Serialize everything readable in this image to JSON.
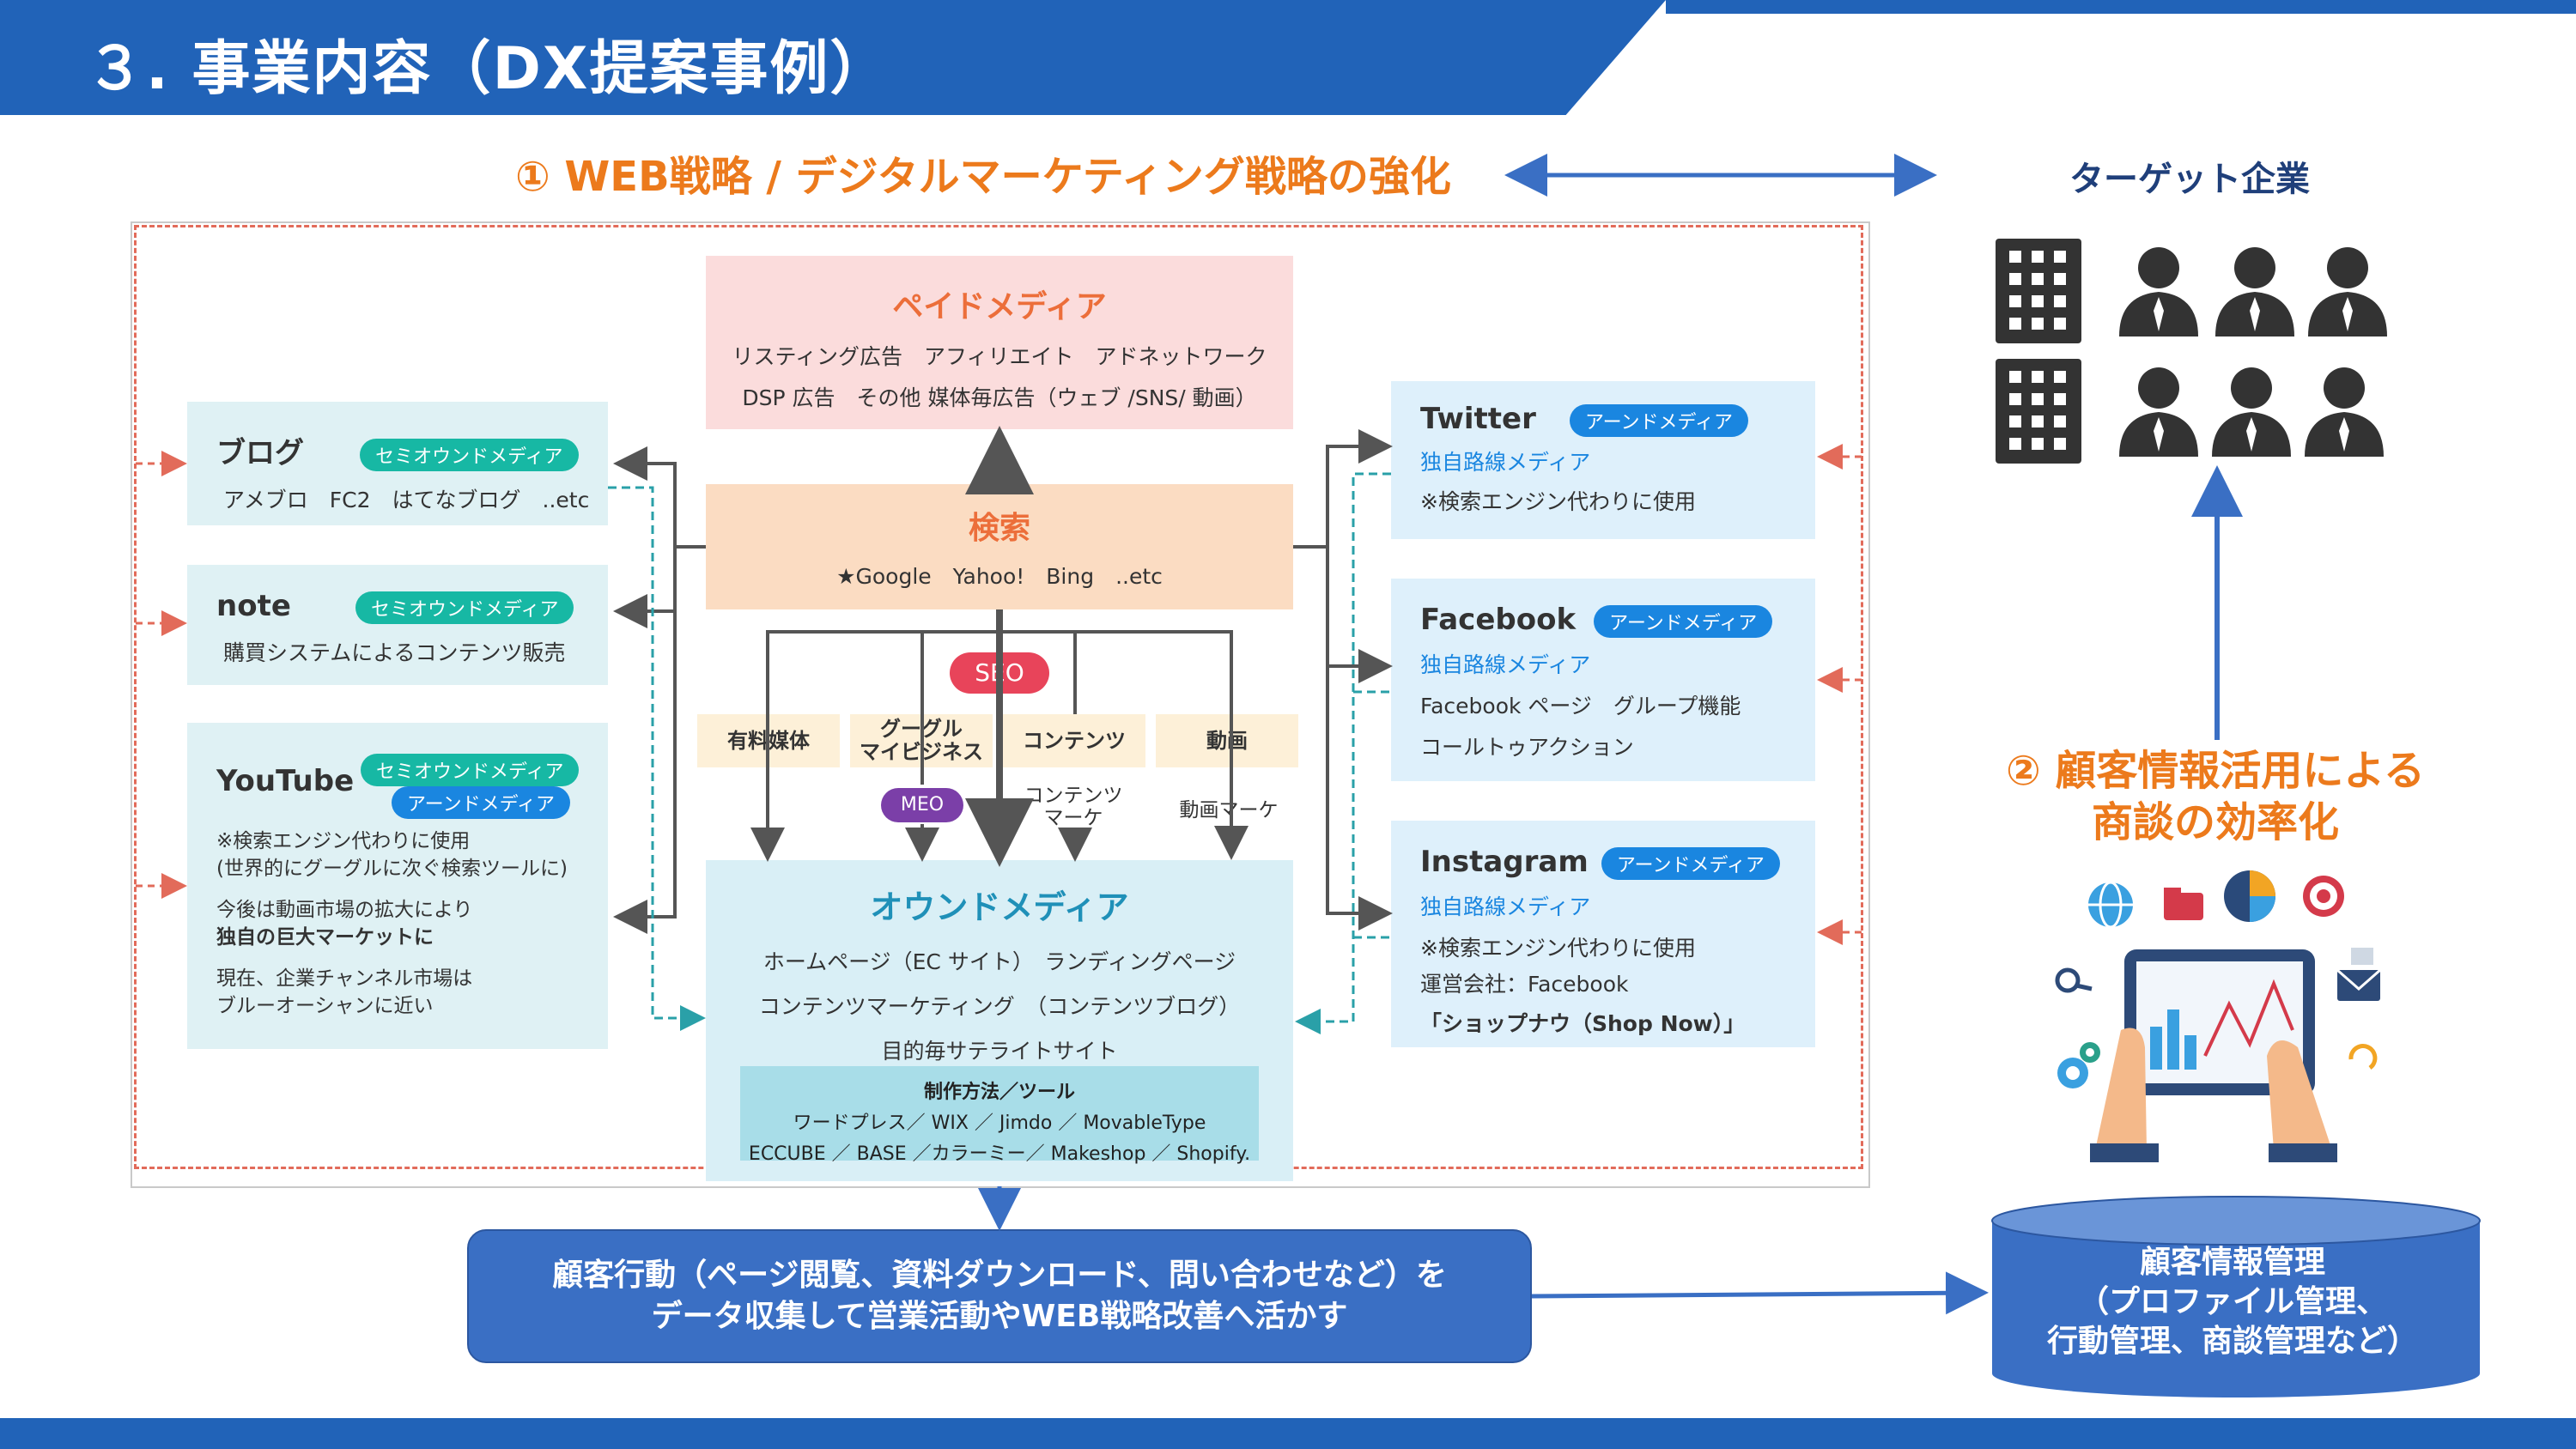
{
  "header": {
    "title": "３. 事業内容（DX提案事例）"
  },
  "section1": {
    "headline": "① WEB戦略 / デジタルマーケティング戦略の強化"
  },
  "target": {
    "title": "ターゲット企業"
  },
  "paid": {
    "title": "ペイドメディア",
    "line1": "リスティング広告　アフィリエイト　アドネットワーク",
    "line2": "DSP 広告　その他 媒体毎広告（ウェブ /SNS/ 動画）"
  },
  "search": {
    "title": "検索",
    "engines": "★Google　Yahoo!　Bing　..etc"
  },
  "blog": {
    "title": "ブログ",
    "badge": "セミオウンドメディア",
    "items": "アメブロ　FC2　はてなブログ　..etc"
  },
  "note": {
    "title": "note",
    "badge": "セミオウンドメディア",
    "desc": "購買システムによるコンテンツ販売"
  },
  "youtube": {
    "title": "YouTube",
    "badge1": "セミオウンドメディア",
    "badge2": "アーンドメディア",
    "line1": "※検索エンジン代わりに使用",
    "line2": "(世界的にグーグルに次ぐ検索ツールに)",
    "line3": "今後は動画市場の拡大により",
    "line4": "独自の巨大マーケットに",
    "line5": "現在、企業チャンネル市場は",
    "line6": "ブルーオーシャンに近い"
  },
  "twitter": {
    "title": "Twitter",
    "badge": "アーンドメディア",
    "sub": "独自路線メディア",
    "desc": "※検索エンジン代わりに使用"
  },
  "facebook": {
    "title": "Facebook",
    "badge": "アーンドメディア",
    "sub": "独自路線メディア",
    "line1": "Facebook ページ　グループ機能",
    "line2": "コールトゥアクション"
  },
  "instagram": {
    "title": "Instagram",
    "badge": "アーンドメディア",
    "sub": "独自路線メディア",
    "line1": "※検索エンジン代わりに使用",
    "line2": "運営会社：Facebook",
    "line3": "「ショップナウ（Shop Now）」"
  },
  "seo": {
    "label": "SEO",
    "meo": "MEO"
  },
  "channels": {
    "paid": "有料媒体",
    "google1": "グーグル",
    "google2": "マイビジネス",
    "content": "コンテンツ",
    "video": "動画",
    "content_mkt1": "コンテンツ",
    "content_mkt2": "マーケ",
    "video_mkt": "動画マーケ"
  },
  "owned": {
    "title": "オウンドメディア",
    "line1": "ホームページ（EC サイト）　ランディングページ",
    "line2": "コンテンツマーケティング　（コンテンツブログ）",
    "line3": "目的毎サテライトサイト",
    "tools_title": "制作方法／ツール",
    "tools1": "ワードプレス／ WIX ／ Jimdo ／ MovableType",
    "tools2": "ECCUBE ／ BASE ／カラーミー／ Makeshop ／ Shopify."
  },
  "bottom": {
    "line1": "顧客行動（ページ閲覧、資料ダウンロード、問い合わせなど）を",
    "line2": "データ収集して営業活動やWEB戦略改善へ活かす"
  },
  "section2": {
    "line1": "② 顧客情報活用による",
    "line2": "商談の効率化"
  },
  "database": {
    "line1": "顧客情報管理",
    "line2": "（プロファイル管理、",
    "line3": "行動管理、商談管理など）"
  },
  "icons": [
    "building-icon",
    "person-icon",
    "globe-icon",
    "folder-icon",
    "pie-chart-icon",
    "target-icon",
    "tablet-chart-icon",
    "gear-icon",
    "mail-icon"
  ]
}
